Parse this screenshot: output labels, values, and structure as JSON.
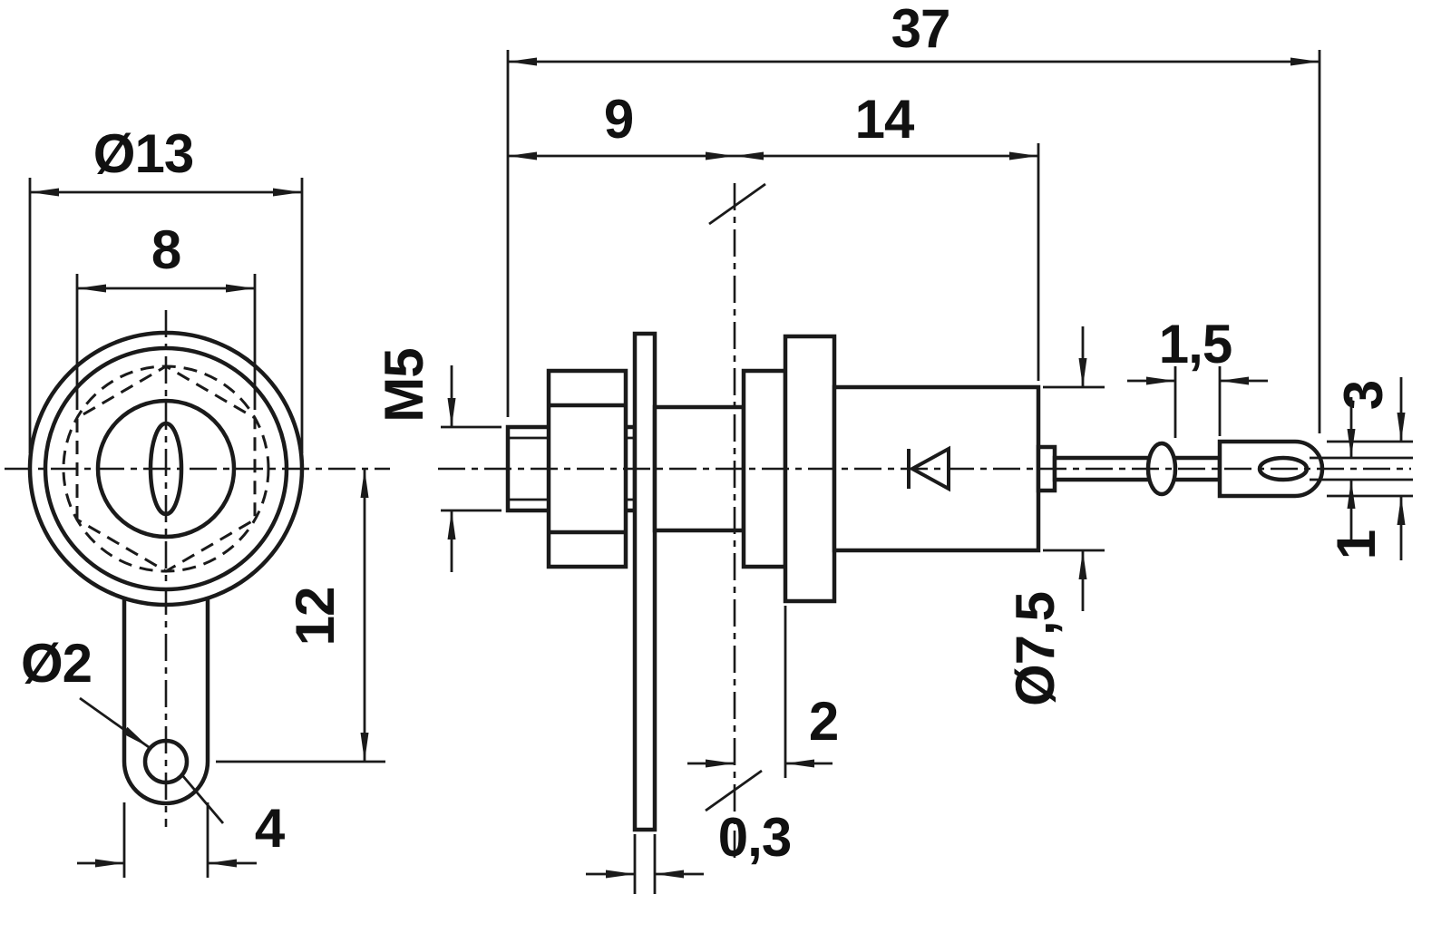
{
  "colors": {
    "background": "#ffffff",
    "line": "#1a1a1a"
  },
  "front_view": {
    "dims": {
      "outer_diameter": "Ø13",
      "across_flats": "8",
      "hole_diameter": "Ø2",
      "center_to_hole": "12",
      "tab_width": "4"
    }
  },
  "side_view": {
    "dims": {
      "overall_length": "37",
      "thread_length": "9",
      "body_length": "14",
      "thread_size": "M5",
      "body_diameter": "Ø7,5",
      "stickout": "2",
      "panel_thickness": "0,3",
      "lead_clearance": "1,5",
      "terminal_height": "3",
      "slot_height": "1"
    },
    "icons": {
      "diode_symbol": "diode-icon"
    }
  }
}
